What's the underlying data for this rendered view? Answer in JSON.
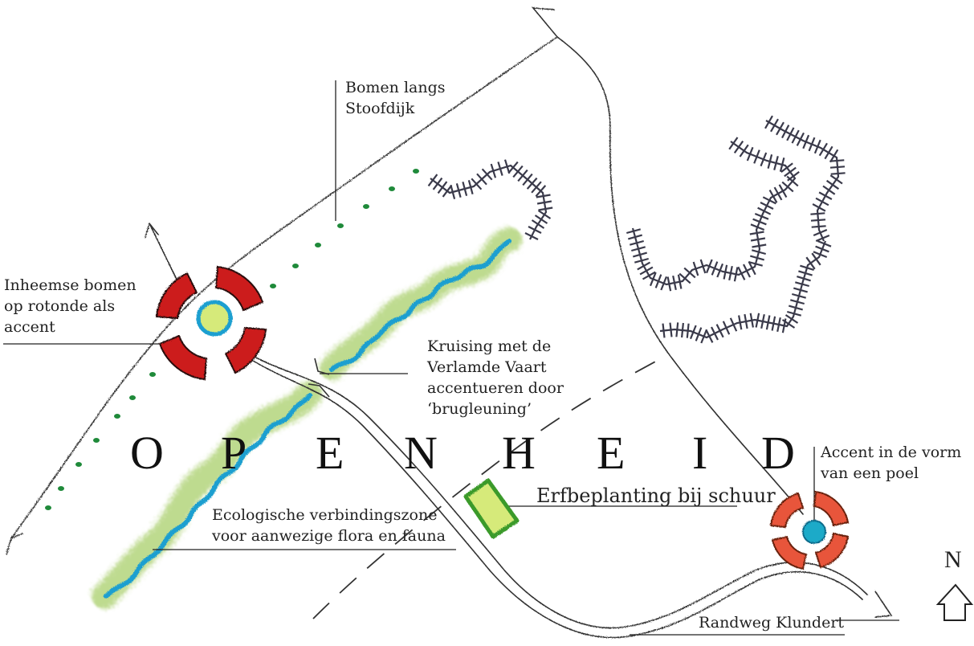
{
  "map": {
    "big_word_letters": [
      "O",
      "P",
      "E",
      "N",
      "H",
      "E",
      "I",
      "D"
    ],
    "labels": {
      "bomen_langs": [
        "Bomen langs",
        "Stoofdijk"
      ],
      "rotonde": [
        "Inheemse bomen",
        "op rotonde als",
        "accent"
      ],
      "kruising": [
        "Kruising met de",
        "Verlamde Vaart",
        "accentueren door",
        "‘brugleuning’"
      ],
      "ecologische": [
        "Ecologische verbindingszone",
        "voor aanwezige flora en fauna"
      ],
      "erfbeplanting": "Erfbeplanting bij schuur",
      "poel": [
        "Accent in de vorm",
        "van een poel"
      ],
      "randweg": "Randweg Klundert",
      "north": "N"
    },
    "colors": {
      "road": "#333333",
      "water": "#1e9fd0",
      "green_zone": "#a9cf6a",
      "tree_dot": "#1f8a3a",
      "rotonde_red": "#cc1a1a",
      "poel_orange": "#e8553a",
      "schuur_green": "#3a9a2a",
      "schuur_fill": "#d6ea7a",
      "hedge": "#3a3a4a"
    }
  }
}
